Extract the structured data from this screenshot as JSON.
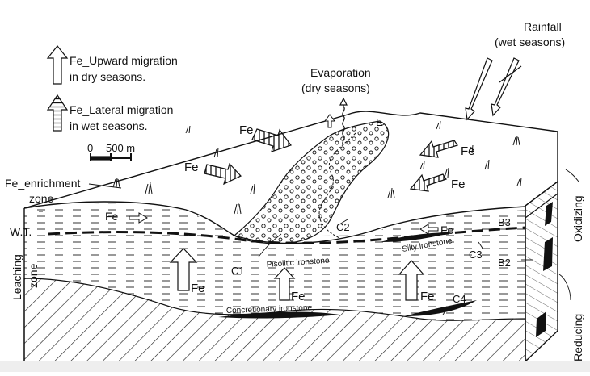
{
  "legend": {
    "upward_line1": "Fe_Upward migration",
    "upward_line2": "in dry seasons.",
    "lateral_line1": "Fe_Lateral migration",
    "lateral_line2": "in wet seasons.",
    "scale_zero": "0",
    "scale_label": "500 m"
  },
  "top": {
    "rainfall_line1": "Rainfall",
    "rainfall_line2": "(wet seasons)",
    "evaporation_line1": "Evaporation",
    "evaporation_line2": "(dry seasons)",
    "label_e": "E"
  },
  "left": {
    "enrichment_line1": "Fe_enrichment",
    "enrichment_line2": "zone",
    "water_table": "W.T.",
    "leaching_line1": "Leaching",
    "leaching_line2": "zone"
  },
  "right": {
    "oxidizing": "Oxidizing",
    "reducing": "Reducing"
  },
  "element": "Fe",
  "labels": {
    "b3": "B3",
    "b2": "B2",
    "c1": "C1",
    "c2": "C2",
    "c3": "C3",
    "c4": "C4"
  },
  "units": {
    "pisolitic": "Pisolitic ironstone",
    "silty": "Silty ironstone",
    "concretionary": "Concretionary ironstone"
  },
  "colors": {
    "line": "#111111",
    "background": "#ffffff",
    "footer": "#eeeeee"
  }
}
